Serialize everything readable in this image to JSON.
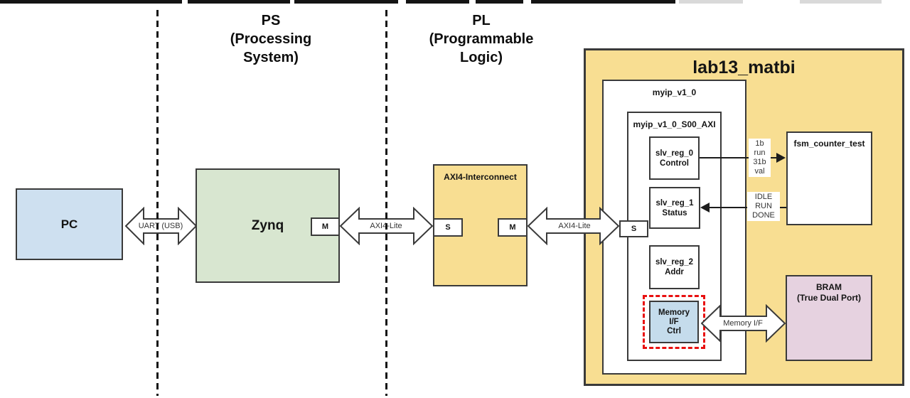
{
  "lanes": {
    "ps_label": "PS\n(Processing\nSystem)",
    "pl_label": "PL\n(Programmable\nLogic)"
  },
  "blocks": {
    "pc": {
      "label": "PC"
    },
    "zynq": {
      "label": "Zynq",
      "port_m": "M"
    },
    "interconnect": {
      "title": "AXI4-Interconnect",
      "port_s": "S",
      "port_m": "M"
    },
    "lab13": {
      "title": "lab13_matbi",
      "port_s": "S"
    },
    "myip": {
      "title": "myip_v1_0"
    },
    "s00_axi": {
      "title": "myip_v1_0_S00_AXI"
    },
    "slv_reg_0": {
      "label": "slv_reg_0\nControl"
    },
    "slv_reg_1": {
      "label": "slv_reg_1\nStatus"
    },
    "slv_reg_2": {
      "label": "slv_reg_2\nAddr"
    },
    "mem_if_ctrl": {
      "label": "Memory\nI/F\nCtrl"
    },
    "fsm_counter_test": {
      "title": "fsm_counter_test"
    },
    "bram": {
      "label": "BRAM\n(True Dual Port)"
    }
  },
  "connections": {
    "uart": {
      "label": "UART (USB)"
    },
    "axi_lite_ps": {
      "label": "AXI4-Lite"
    },
    "axi_lite_pl": {
      "label": "AXI4-Lite"
    },
    "memory_if": {
      "label": "Memory I/F"
    },
    "control_signal": {
      "label": "1b\nrun\n31b\nval"
    },
    "status_signal": {
      "label": "IDLE\nRUN\nDONE"
    }
  },
  "colors": {
    "container_yellow": "#F8DE92",
    "zynq_green": "#D8E6D0",
    "pc_blue": "#CEE0F0",
    "mem_ctrl_blue": "#C5DCEC",
    "bram_pink": "#E6D2E0",
    "border_gray": "#3a3a3a",
    "highlight_red": "#e81010"
  }
}
